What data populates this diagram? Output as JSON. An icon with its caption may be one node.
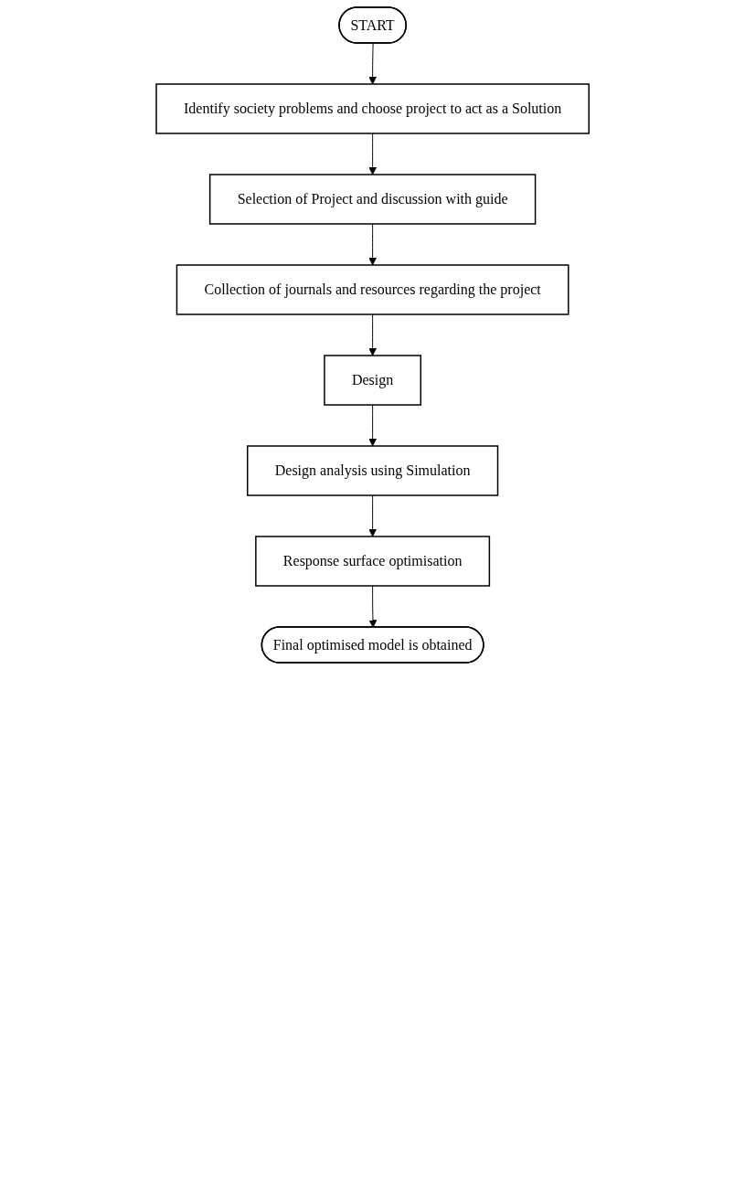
{
  "diagram": {
    "nodes": [
      {
        "text": [
          "START"
        ]
      },
      {
        "text": [
          "Identify society problems and choose project to act as a Solution"
        ]
      },
      {
        "text": [
          "Selection of Project and discussion with guide"
        ]
      },
      {
        "text": [
          "Collection of journals and resources regarding the project"
        ]
      },
      {
        "text": [
          "Design"
        ]
      },
      {
        "text": [
          "Design analysis using Simulation"
        ]
      },
      {
        "text": [
          "Response surface optimisation"
        ]
      },
      {
        "text": [
          "Final optimised model is obtained"
        ]
      }
    ],
    "edges": [
      {
        "from": 0,
        "to": 1,
        "arrow": "to"
      },
      {
        "from": 1,
        "to": 2,
        "arrow": "to"
      },
      {
        "from": 2,
        "to": 3,
        "arrow": "to"
      },
      {
        "from": 3,
        "to": 4,
        "arrow": "to"
      },
      {
        "from": 4,
        "to": 5,
        "arrow": "to"
      },
      {
        "from": 5,
        "to": 6,
        "arrow": "to"
      },
      {
        "from": 6,
        "to": 7,
        "arrow": "to"
      }
    ]
  }
}
